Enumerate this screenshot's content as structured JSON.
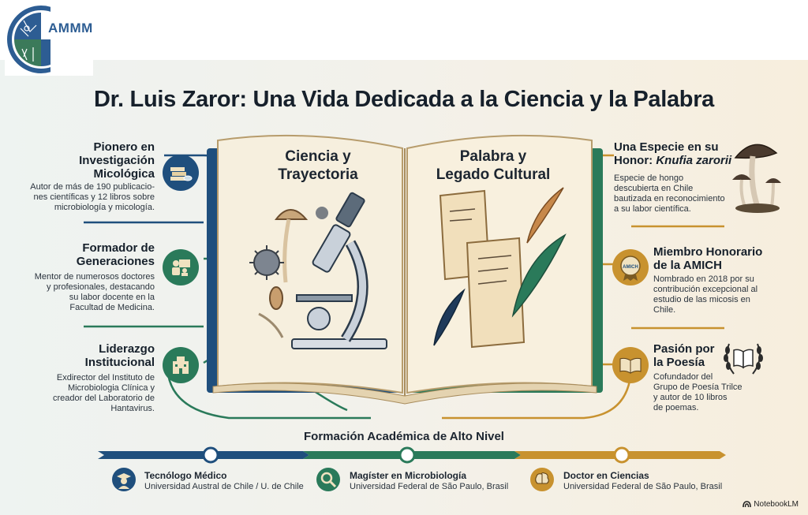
{
  "logo": {
    "text": "AMMM",
    "icon": "ammm-logo-seal"
  },
  "title": "Dr. Luis Zaror: Una Vida Dedicada a la Ciencia y la Palabra",
  "book": {
    "left_title": "Ciencia y\nTrayectoria",
    "right_title": "Palabra y\nLegado Cultural"
  },
  "left_items": [
    {
      "title": "Pionero en\nInvestigación\nMicológica",
      "desc": "Autor de más de 190 publicacio-\nnes científicas y 12 libros sobre\nmicrobiología y micología.",
      "icon": "books-petri-icon",
      "color": "#1f4f7d"
    },
    {
      "title": "Formador de\nGeneraciones",
      "desc": "Mentor de numerosos doctores\ny profesionales, destacando\nsu labor docente en la\nFacultad de Medicina.",
      "icon": "teacher-icon",
      "color": "#2a7a5a"
    },
    {
      "title": "Liderazgo\nInstitucional",
      "desc": "Exdirector del Instituto de\nMicrobiologia Clínica y\ncreador del Laboratorio de\nHantavirus.",
      "icon": "building-icon",
      "color": "#2a7a5a"
    }
  ],
  "right_items": [
    {
      "title_main": "Una Especie en su\nHonor: ",
      "title_italic": "Knufia zarorii",
      "desc": "Especie de hongo\ndescubierta en Chile\nbautizada en reconocimiento\na su labor científica.",
      "icon": "mushroom-icon"
    },
    {
      "title": "Miembro Honorario\nde la AMICH",
      "desc": "Nombrado en 2018 por su\ncontribución excepcional al\nestudio de las micosis en\nChile.",
      "icon": "medal-icon",
      "medal_text": "AMICH",
      "color": "#c8922f"
    },
    {
      "title": "Pasión por\nla Poesía",
      "desc": "Cofundador del\nGrupo de Poesía Trilce\ny autor de 10 libros\nde poemas.",
      "icon": "open-book-icon",
      "color": "#c8922f"
    }
  ],
  "education": {
    "title": "Formación Académica de Alto Nivel",
    "items": [
      {
        "title": "Tecnólogo Médico",
        "sub": "Universidad Austral de Chile / U. de Chile",
        "icon": "graduate-icon",
        "color": "#1f4f7d"
      },
      {
        "title": "Magíster en Microbiología",
        "sub": "Universidad Federal de São Paulo, Brasil",
        "icon": "magnifier-icon",
        "color": "#2a7a5a"
      },
      {
        "title": "Doctor en Ciencias",
        "sub": "Universidad Federal de São Paulo, Brasil",
        "icon": "brain-icon",
        "color": "#c8922f"
      }
    ]
  },
  "footer": {
    "brand": "NotebookLM"
  }
}
